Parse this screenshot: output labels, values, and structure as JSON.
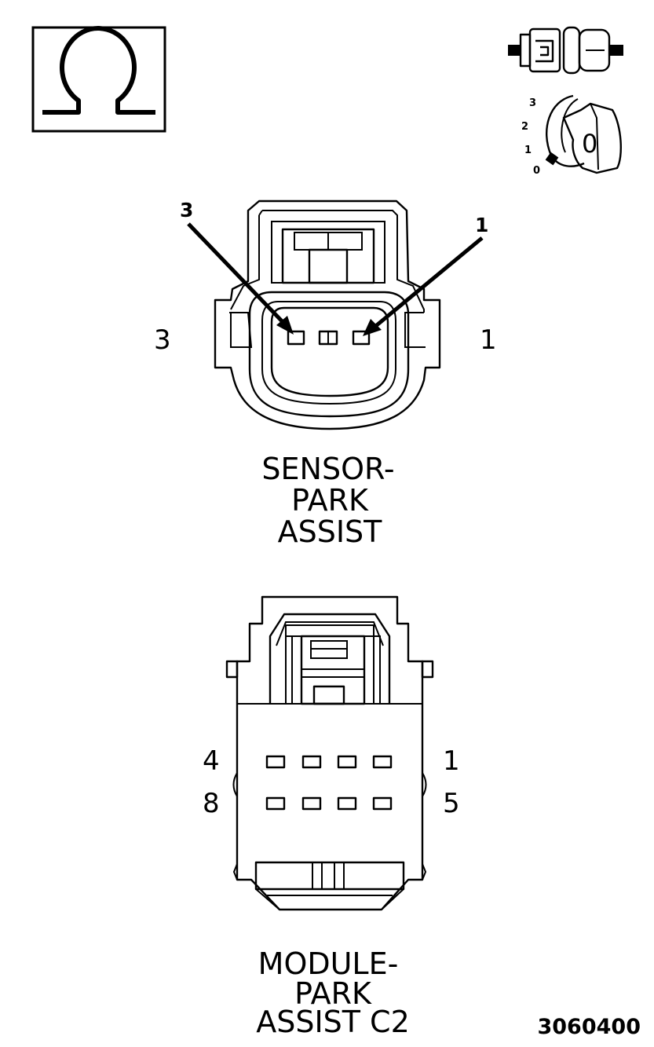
{
  "meter_symbol": {
    "icon": "ohm-symbol-icon"
  },
  "indicator_icons": {
    "connector_icon": "connector-disconnected-icon",
    "ignition_icon": "ignition-switch-off-icon",
    "ignition_positions": [
      "3",
      "2",
      "1",
      "0"
    ],
    "ignition_key_label": "0"
  },
  "sensor_connector": {
    "callout_left": "3",
    "callout_right": "1",
    "pin_left": "3",
    "pin_right": "1",
    "caption": [
      "SENSOR-",
      "PARK",
      "ASSIST"
    ]
  },
  "module_connector": {
    "row1_left": "4",
    "row1_right": "1",
    "row2_left": "8",
    "row2_right": "5",
    "caption": [
      "MODULE-",
      "PARK",
      "ASSIST C2"
    ]
  },
  "figure_number": "3060400"
}
